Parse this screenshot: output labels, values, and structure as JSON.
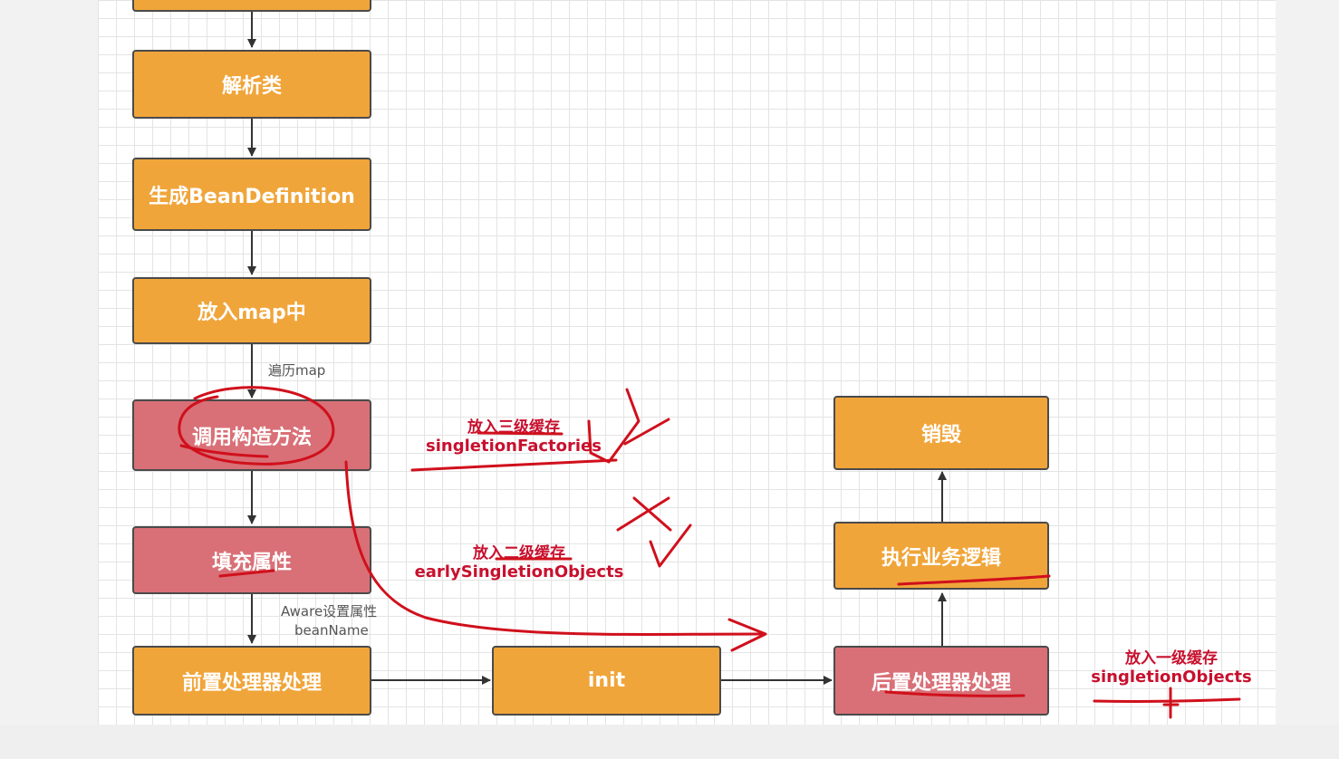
{
  "nodes": {
    "parse_class": "解析类",
    "gen_bean_def": "生成BeanDefinition",
    "put_map": "放入map中",
    "call_ctor": "调用构造方法",
    "fill_props": "填充属性",
    "pre_processor": "前置处理器处理",
    "init": "init",
    "post_processor": "后置处理器处理",
    "business": "执行业务逻辑",
    "destroy": "销毁"
  },
  "edge_labels": {
    "iterate_map": "遍历map",
    "aware_1": "Aware设置属性",
    "aware_2": "beanName"
  },
  "annotations": {
    "third_cache_title": "放入三级缓存",
    "third_cache_name": "singletionFactories",
    "second_cache_title": "放入二级缓存",
    "second_cache_name": "earlySingletionObjects",
    "first_cache_title": "放入一级缓存",
    "first_cache_name": "singletionObjects"
  },
  "colors": {
    "orange_node": "#f0a53a",
    "pink_node": "#d97077",
    "annotation_red": "#c8102e"
  }
}
